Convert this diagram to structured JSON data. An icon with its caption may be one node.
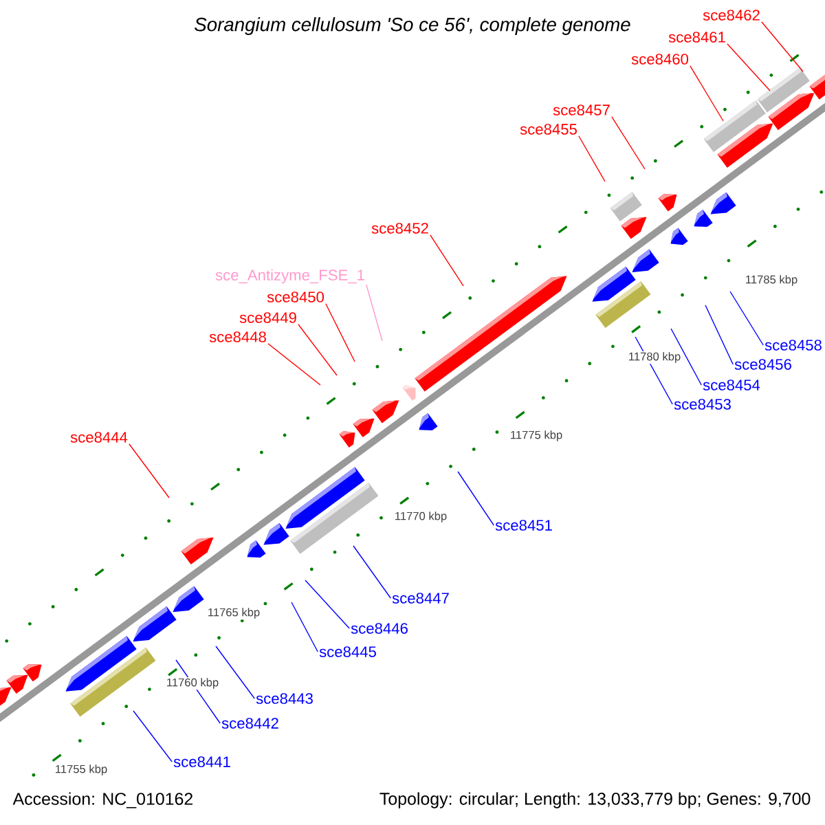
{
  "diagram": {
    "title": "Sorangium cellulosum 'So ce 56', complete genome",
    "nodes": [
      {
        "text": [
          "sce8462"
        ]
      },
      {
        "text": [
          "sce8461"
        ]
      },
      {
        "text": [
          "sce8460"
        ]
      },
      {
        "text": [
          "sce8457"
        ]
      },
      {
        "text": [
          "sce8455"
        ]
      },
      {
        "text": [
          "sce8452"
        ]
      },
      {
        "text": [
          "sce_Antizyme_FSE_1"
        ]
      },
      {
        "text": [
          "sce8450"
        ]
      },
      {
        "text": [
          "sce8449"
        ]
      },
      {
        "text": [
          "sce8448"
        ]
      },
      {
        "text": [
          "sce8444"
        ]
      },
      {
        "text": [
          "sce8458"
        ]
      },
      {
        "text": [
          "sce8456"
        ]
      },
      {
        "text": [
          "sce8454"
        ]
      },
      {
        "text": [
          "sce8453"
        ]
      },
      {
        "text": [
          "sce8451"
        ]
      },
      {
        "text": [
          "sce8447"
        ]
      },
      {
        "text": [
          "sce8446"
        ]
      },
      {
        "text": [
          "sce8445"
        ]
      },
      {
        "text": [
          "sce8443"
        ]
      },
      {
        "text": [
          "sce8442"
        ]
      },
      {
        "text": [
          "sce8441"
        ]
      }
    ],
    "edges": [
      {
        "from": 0,
        "to": null,
        "arrow": "none",
        "color": "#ff0000"
      },
      {
        "from": 1,
        "to": null,
        "arrow": "none",
        "color": "#ff0000"
      },
      {
        "from": 2,
        "to": null,
        "arrow": "none",
        "color": "#ff0000"
      },
      {
        "from": 3,
        "to": null,
        "arrow": "none",
        "color": "#ff0000"
      },
      {
        "from": 4,
        "to": null,
        "arrow": "none",
        "color": "#ff0000"
      },
      {
        "from": 5,
        "to": null,
        "arrow": "none",
        "color": "#ff0000"
      },
      {
        "from": 6,
        "to": null,
        "arrow": "none",
        "color": "#ff99cc"
      },
      {
        "from": 7,
        "to": null,
        "arrow": "none",
        "color": "#ff0000"
      },
      {
        "from": 8,
        "to": null,
        "arrow": "none",
        "color": "#ff0000"
      },
      {
        "from": 9,
        "to": null,
        "arrow": "none",
        "color": "#ff0000"
      },
      {
        "from": 10,
        "to": null,
        "arrow": "none",
        "color": "#ff0000"
      },
      {
        "from": 11,
        "to": null,
        "arrow": "none",
        "color": "#0000ff"
      },
      {
        "from": 12,
        "to": null,
        "arrow": "none",
        "color": "#0000ff"
      },
      {
        "from": 13,
        "to": null,
        "arrow": "none",
        "color": "#0000ff"
      },
      {
        "from": 14,
        "to": null,
        "arrow": "none",
        "color": "#0000ff"
      },
      {
        "from": 15,
        "to": null,
        "arrow": "none",
        "color": "#0000ff"
      },
      {
        "from": 16,
        "to": null,
        "arrow": "none",
        "color": "#0000ff"
      },
      {
        "from": 17,
        "to": null,
        "arrow": "none",
        "color": "#0000ff"
      },
      {
        "from": 18,
        "to": null,
        "arrow": "none",
        "color": "#0000ff"
      },
      {
        "from": 19,
        "to": null,
        "arrow": "none",
        "color": "#0000ff"
      },
      {
        "from": 20,
        "to": null,
        "arrow": "none",
        "color": "#0000ff"
      },
      {
        "from": 21,
        "to": null,
        "arrow": "none",
        "color": "#0000ff"
      }
    ],
    "labels": [
      "11785 kbp",
      "11780 kbp",
      "11775 kbp",
      "11770 kbp",
      "11765 kbp",
      "11760 kbp",
      "11755 kbp",
      "Accession: NC_010162",
      "Topology: circular; Length: 13,033,779 bp; Genes: 9,700"
    ]
  }
}
